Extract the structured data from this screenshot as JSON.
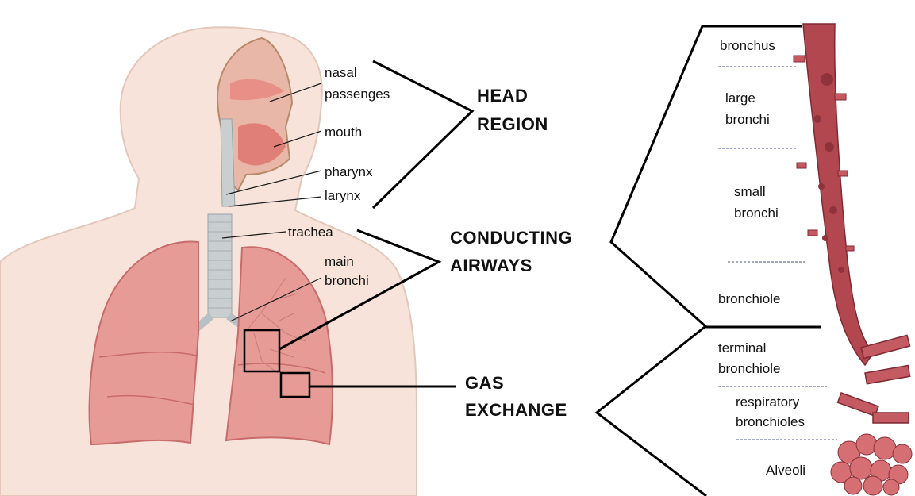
{
  "left_labels": {
    "nasal": [
      "nasal",
      "passenges"
    ],
    "mouth": "mouth",
    "pharynx": "pharynx",
    "larynx": "larynx",
    "trachea": "trachea",
    "main_bronchi": [
      "main",
      "bronchi"
    ]
  },
  "regions": {
    "head": [
      "HEAD",
      "REGION"
    ],
    "conducting": [
      "CONDUCTING",
      "AIRWAYS"
    ],
    "gas": [
      "GAS",
      "EXCHANGE"
    ]
  },
  "airway_segments": {
    "bronchus": "bronchus",
    "large_bronchi": [
      "large",
      "bronchi"
    ],
    "small_bronchi": [
      "small",
      "bronchi"
    ],
    "bronchiole": "bronchiole",
    "terminal_bronchiole": [
      "terminal",
      "bronchiole"
    ],
    "respiratory_bronchioles": [
      "respiratory",
      "bronchioles"
    ],
    "alveoli": "Alveoli"
  },
  "colors": {
    "skin": "#f7e3da",
    "skin_outline": "#e3c7bb",
    "lung": "#e79b96",
    "lung_dark": "#c76c6b",
    "trachea": "#c9cfd1",
    "airway": "#b3474f",
    "airway_dark": "#7e2a33"
  }
}
